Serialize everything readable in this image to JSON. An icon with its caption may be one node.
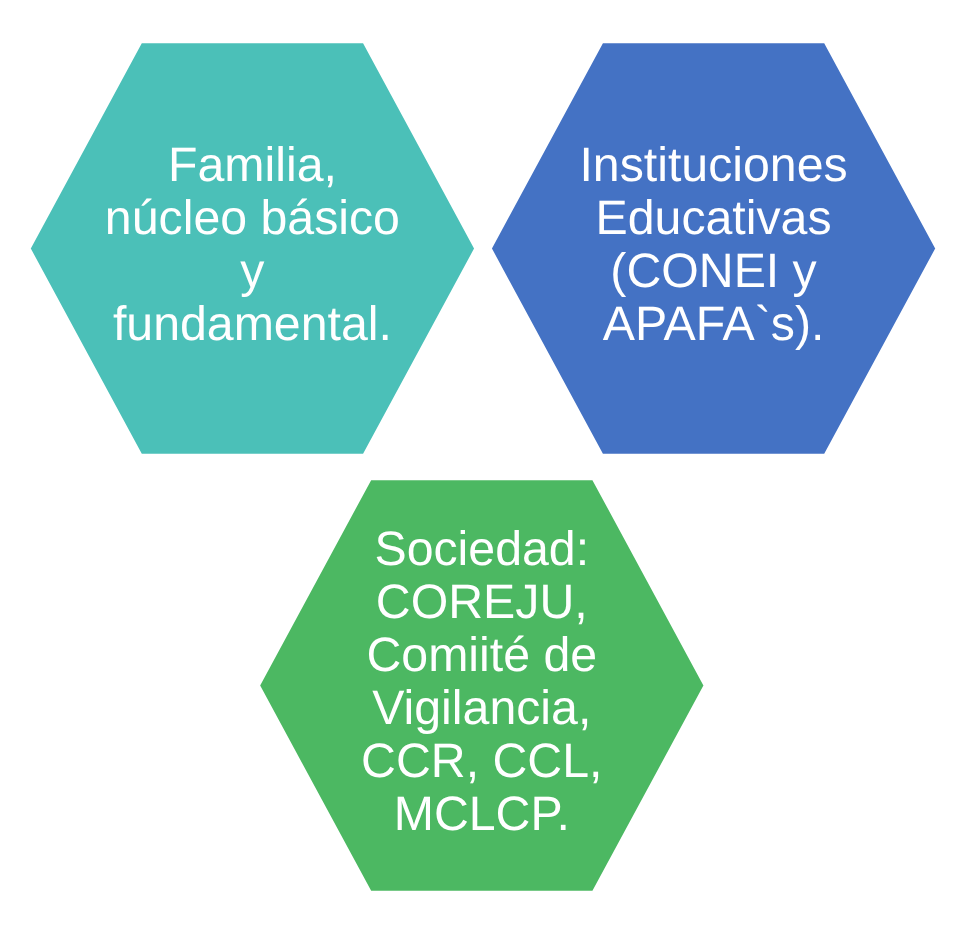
{
  "diagram": {
    "nodes": [
      {
        "text": [
          "Familia, núcleo básico y fundamental."
        ]
      },
      {
        "text": [
          "Instituciones Educativas (CONEI y APAFA`s)."
        ]
      },
      {
        "text": [
          "Sociedad: COREJU, Comiité de Vigilancia, CCR, CCL, MCLCP."
        ]
      }
    ]
  }
}
